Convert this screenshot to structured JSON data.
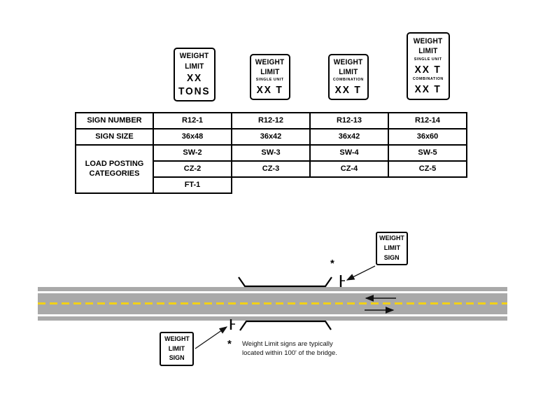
{
  "signs": [
    {
      "lines": [
        "WEIGHT",
        "LIMIT",
        "XX",
        "TONS"
      ]
    },
    {
      "lines": [
        "WEIGHT",
        "LIMIT",
        "SINGLE UNIT",
        "XX T"
      ]
    },
    {
      "lines": [
        "WEIGHT",
        "LIMIT",
        "COMBINATION",
        "XX T"
      ]
    },
    {
      "lines": [
        "WEIGHT",
        "LIMIT",
        "SINGLE UNIT",
        "XX T",
        "COMBINATION",
        "XX T"
      ]
    }
  ],
  "table": {
    "sign_number": {
      "label": "SIGN NUMBER",
      "values": [
        "R12-1",
        "R12-12",
        "R12-13",
        "R12-14"
      ]
    },
    "sign_size": {
      "label": "SIGN SIZE",
      "values": [
        "36x48",
        "36x42",
        "36x42",
        "36x60"
      ]
    },
    "load_posting": {
      "label": "LOAD POSTING CATEGORIES",
      "sw": [
        "SW-2",
        "SW-3",
        "SW-4",
        "SW-5"
      ],
      "cz": [
        "CZ-2",
        "CZ-3",
        "CZ-4",
        "CZ-5"
      ],
      "ft": [
        "FT-1"
      ]
    }
  },
  "diagram": {
    "callout_top": {
      "lines": [
        "WEIGHT",
        "LIMIT",
        "SIGN"
      ]
    },
    "callout_bottom": {
      "lines": [
        "WEIGHT",
        "LIMIT",
        "SIGN"
      ]
    },
    "asterisk": "*",
    "note": {
      "line1": "Weight Limit signs are typically",
      "line2": "located within 100' of the bridge."
    },
    "colors": {
      "road": "#a9a9a9",
      "center_line": "#f2d117",
      "ink": "#000000"
    }
  }
}
